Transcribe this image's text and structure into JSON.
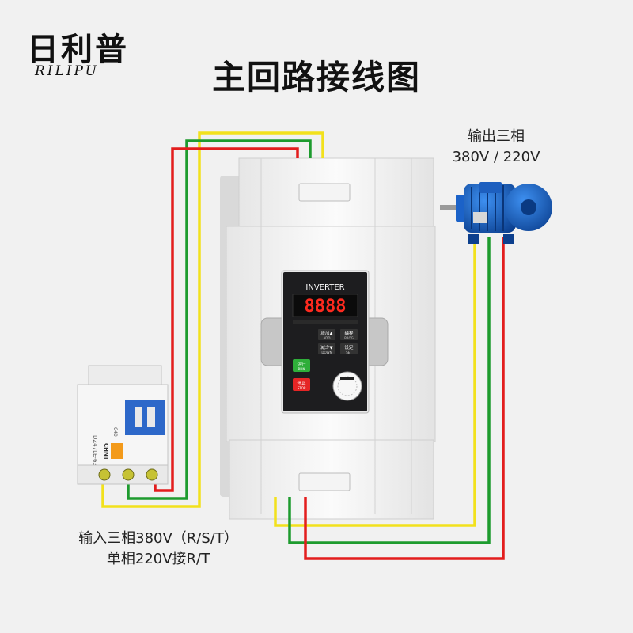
{
  "brand": {
    "name_cn": "日利普",
    "name_en": "RILIPU"
  },
  "title": "主回路接线图",
  "output_label": {
    "line1": "输出三相",
    "line2": "380V / 220V"
  },
  "input_label": {
    "line1": "输入三相380V（R/S/T）",
    "line2": "单相220V接R/T"
  },
  "inverter": {
    "panel_title": "INVERTER",
    "display": "8888",
    "keys": [
      {
        "cn": "增加▲",
        "en": "ADD"
      },
      {
        "cn": "编程",
        "en": "PROG"
      },
      {
        "cn": "减少▼",
        "en": "DOWN"
      },
      {
        "cn": "设定",
        "en": "SET"
      },
      {
        "cn": "运行",
        "en": "RUN"
      },
      {
        "cn": "停止",
        "en": "STOP"
      }
    ]
  },
  "wire_colors": {
    "yellow": "#f2e11c",
    "green": "#1d9b2e",
    "red": "#e31d1d"
  },
  "breaker": {
    "model": "DZ47LE-63",
    "brand": "CHNT",
    "rating": "C40"
  }
}
